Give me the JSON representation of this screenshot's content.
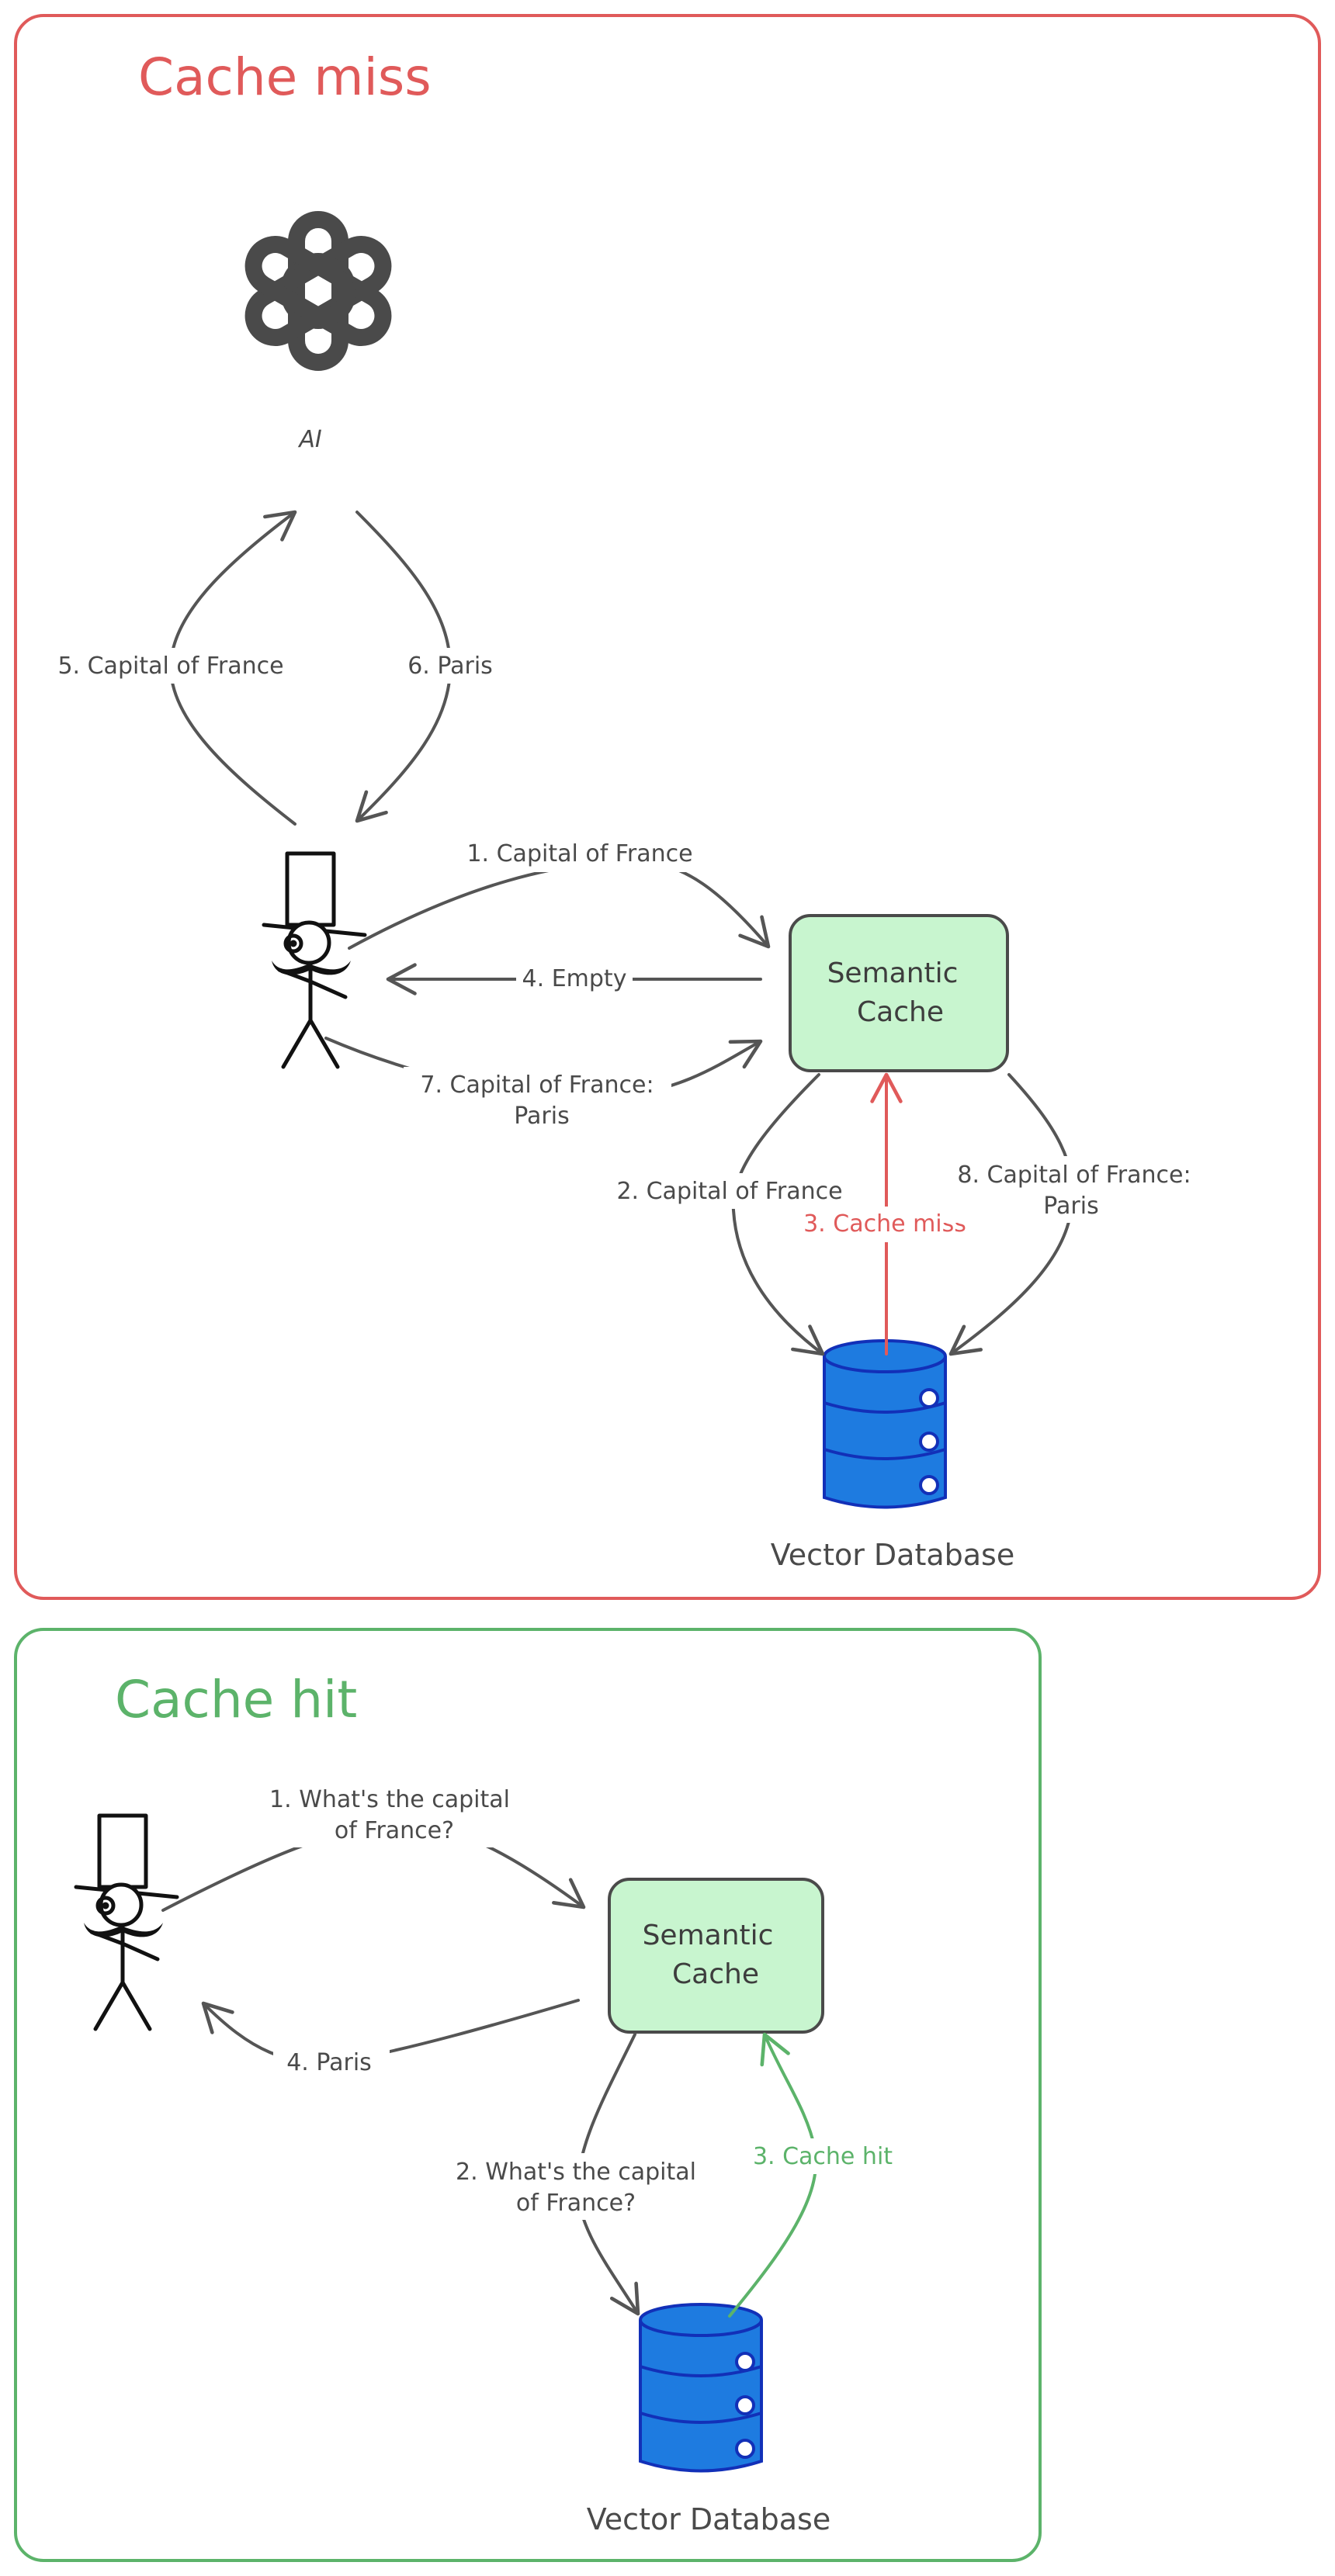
{
  "panels": {
    "miss": {
      "title": "Cache miss",
      "ai_label": "AI",
      "cache_label_line1": "Semantic",
      "cache_label_line2": "Cache",
      "db_label": "Vector Database",
      "steps": {
        "s1": "1. Capital of France",
        "s2": "2. Capital of France",
        "s3": "3. Cache miss",
        "s4": "4. Empty",
        "s5": "5. Capital of France",
        "s6": "6. Paris",
        "s7_line1": "7. Capital of France:",
        "s7_line2": "Paris",
        "s8_line1": "8. Capital of France:",
        "s8_line2": "Paris"
      }
    },
    "hit": {
      "title": "Cache hit",
      "cache_label_line1": "Semantic",
      "cache_label_line2": "Cache",
      "db_label": "Vector Database",
      "steps": {
        "s1_line1": "1. What's the capital",
        "s1_line2": "of France?",
        "s2_line1": "2. What's the capital",
        "s2_line2": "of France?",
        "s3": "3. Cache hit",
        "s4": "4. Paris"
      }
    }
  },
  "colors": {
    "miss_accent": "#e05a5a",
    "hit_accent": "#5cb36a",
    "cache_fill": "#c8f5cf",
    "db_fill": "#1e7be0",
    "db_stroke": "#1230b8",
    "edge": "#555555"
  },
  "icons": {
    "ai": "openai-logo-icon",
    "user": "gentleman-stick-figure-icon",
    "database": "database-cylinder-icon"
  }
}
